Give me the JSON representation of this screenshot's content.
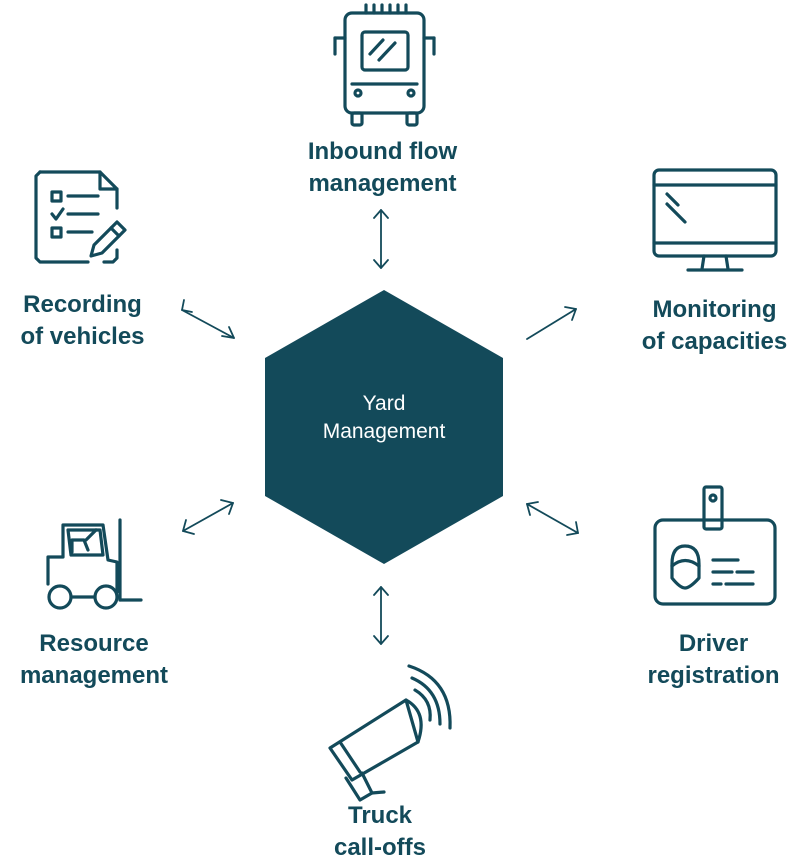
{
  "center": {
    "line1": "Yard",
    "line2": "Management"
  },
  "nodes": {
    "inbound": {
      "line1": "Inbound flow",
      "line2": "management",
      "icon": "truck-icon"
    },
    "recording": {
      "line1": "Recording",
      "line2": "of vehicles",
      "icon": "document-pencil-icon"
    },
    "monitoring": {
      "line1": "Monitoring",
      "line2": "of capacities",
      "icon": "monitor-icon"
    },
    "resource": {
      "line1": "Resource",
      "line2": "management",
      "icon": "forklift-icon"
    },
    "driver": {
      "line1": "Driver",
      "line2": "registration",
      "icon": "id-badge-icon"
    },
    "truck": {
      "line1": "Truck",
      "line2": "call-offs",
      "icon": "megaphone-icon"
    }
  },
  "colors": {
    "primary": "#134a5a",
    "hexagon": "#134a5a",
    "background": "#ffffff"
  }
}
